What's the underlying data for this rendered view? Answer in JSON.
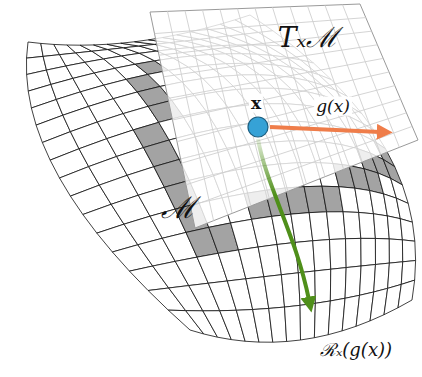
{
  "diagram": {
    "labels": [
      "Tₓℳ",
      "x",
      "g(x)",
      "ℳ",
      "ℛₓ(g(x))"
    ]
  }
}
